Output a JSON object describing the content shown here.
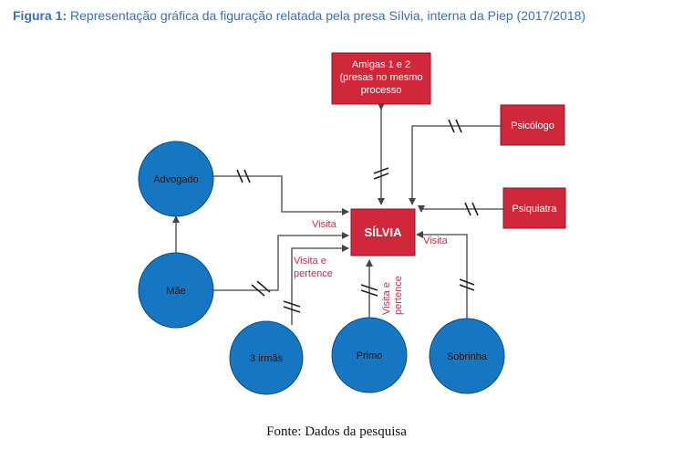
{
  "caption": {
    "prefix": "Figura 1:",
    "text": "Representação gráfica da figuração relatada pela presa Sílvia, interna da Piep (2017/2018)"
  },
  "source": "Fonte: Dados da pesquisa",
  "colors": {
    "box_fill": "#d0283a",
    "circle_fill": "#1776c1",
    "line": "#444444",
    "label": "#c0304a",
    "caption": "#3b6fb6"
  },
  "nodes": {
    "amigas": [
      "Amigas 1 e 2",
      "(presas no mesmo",
      "processo"
    ],
    "psicologo": "Psicólogo",
    "psiquiatra": "Psiquiatra",
    "silvia": "SÍLVIA",
    "advogado": "Advogado",
    "mae": "Mãe",
    "irmas": "3 irmãs",
    "primo": "Primo",
    "sobrinha": "Sobrinha"
  },
  "edge_labels": {
    "visita_left": "Visita",
    "visita_pertence_left": [
      "Visita e",
      "pertence"
    ],
    "visita_right": "Visita",
    "visita_pertence_vertical": [
      "Visita e",
      "pertence"
    ]
  }
}
